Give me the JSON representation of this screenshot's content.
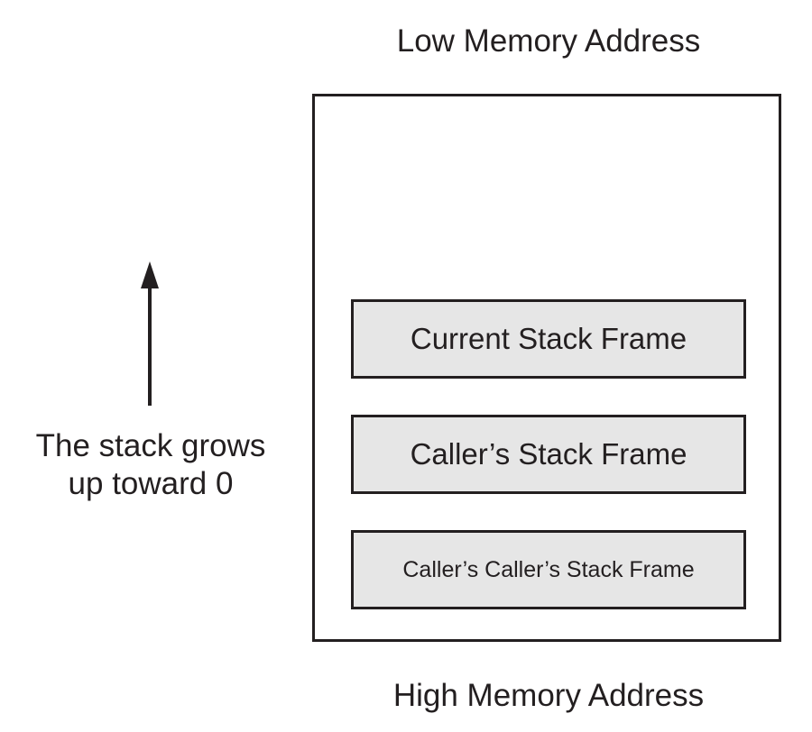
{
  "addresses": {
    "low": "Low Memory Address",
    "high": "High Memory Address"
  },
  "stack_frames": [
    "Current Stack Frame",
    "Caller’s Stack Frame",
    "Caller’s Caller’s Stack Frame"
  ],
  "growth_note": {
    "line1": "The stack grows",
    "line2": "up toward 0"
  },
  "colors": {
    "frame_fill": "#e6e6e6",
    "stroke": "#231f20"
  },
  "icons": {
    "growth_arrow": "arrow-up-icon"
  }
}
